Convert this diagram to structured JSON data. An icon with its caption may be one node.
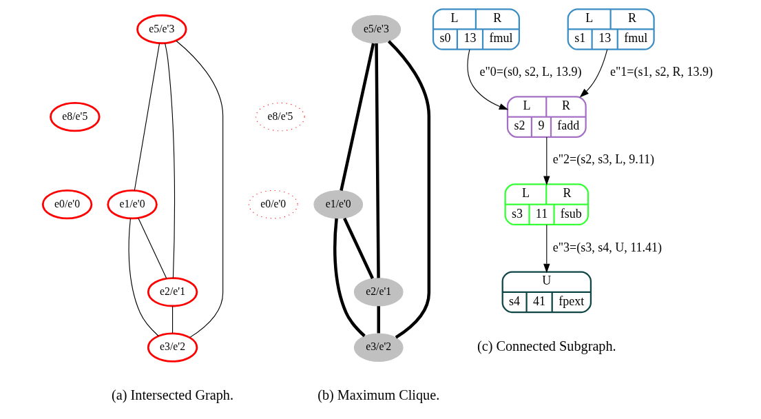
{
  "diagram": {
    "nodes": [
      {
        "text": [
          "e5/e'3"
        ]
      },
      {
        "text": [
          "e8/e'5"
        ]
      },
      {
        "text": [
          "e0/e'0"
        ]
      },
      {
        "text": [
          "e1/e'0"
        ]
      },
      {
        "text": [
          "e2/e'1"
        ]
      },
      {
        "text": [
          "e3/e'2"
        ]
      },
      {
        "text": [
          "e5/e'3"
        ]
      },
      {
        "text": [
          "e8/e'5"
        ]
      },
      {
        "text": [
          "e0/e'0"
        ]
      },
      {
        "text": [
          "e1/e'0"
        ]
      },
      {
        "text": [
          "e2/e'1"
        ]
      },
      {
        "text": [
          "e3/e'2"
        ]
      },
      {
        "text": [
          "L",
          "R",
          "s0",
          "13",
          "fmul"
        ]
      },
      {
        "text": [
          "L",
          "R",
          "s1",
          "13",
          "fmul"
        ]
      },
      {
        "text": [
          "L",
          "R",
          "s2",
          "9",
          "fadd"
        ]
      },
      {
        "text": [
          "L",
          "R",
          "s3",
          "11",
          "fsub"
        ]
      },
      {
        "text": [
          "U",
          "s4",
          "41",
          "fpext"
        ]
      }
    ],
    "edges": [
      {
        "from": 0,
        "to": 4,
        "arrow": "none"
      },
      {
        "from": 0,
        "to": 3,
        "arrow": "none"
      },
      {
        "from": 0,
        "to": 5,
        "arrow": "none"
      },
      {
        "from": 3,
        "to": 4,
        "arrow": "none"
      },
      {
        "from": 3,
        "to": 5,
        "arrow": "none"
      },
      {
        "from": 4,
        "to": 5,
        "arrow": "none"
      },
      {
        "from": 6,
        "to": 10,
        "arrow": "none",
        "style": "thick"
      },
      {
        "from": 6,
        "to": 9,
        "arrow": "none",
        "style": "thick"
      },
      {
        "from": 6,
        "to": 11,
        "arrow": "none",
        "style": "thick"
      },
      {
        "from": 9,
        "to": 10,
        "arrow": "none",
        "style": "thick"
      },
      {
        "from": 9,
        "to": 11,
        "arrow": "none",
        "style": "thick"
      },
      {
        "from": 10,
        "to": 11,
        "arrow": "none",
        "style": "thick"
      },
      {
        "from": 12,
        "to": 14,
        "arrow": "to",
        "label": "e\"0=(s0, s2, L, 13.9)"
      },
      {
        "from": 13,
        "to": 14,
        "arrow": "to",
        "label": "e\"1=(s1, s2, R, 13.9)"
      },
      {
        "from": 14,
        "to": 15,
        "arrow": "to",
        "label": "e\"2=(s2, s3, L, 9.11)"
      },
      {
        "from": 15,
        "to": 16,
        "arrow": "to",
        "label": "e\"3=(s3, s4, U, 11.41)"
      }
    ],
    "labels": [
      "(a) Intersected Graph.",
      "(b) Maximum Clique.",
      "(c) Connected Subgraph."
    ]
  }
}
